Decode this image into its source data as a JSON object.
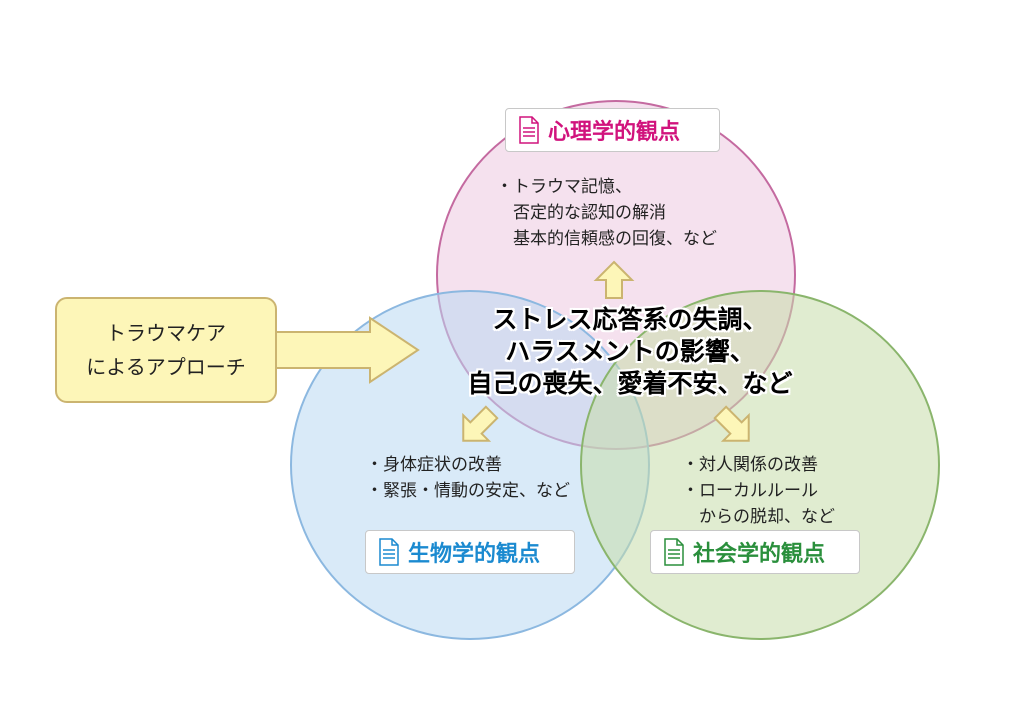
{
  "perspectives": {
    "psychological": {
      "title": "心理学的観点",
      "items": [
        "・トラウマ記憶、",
        "　否定的な認知の解消",
        "　基本的信頼感の回復、など"
      ]
    },
    "biological": {
      "title": "生物学的観点",
      "items": [
        "・身体症状の改善",
        "・緊張・情動の安定、など"
      ]
    },
    "social": {
      "title": "社会学的観点",
      "items": [
        "・対人関係の改善",
        "・ローカルルール",
        "　からの脱却、など"
      ]
    }
  },
  "center": {
    "lines": [
      "ストレス応答系の失調、",
      "ハラスメントの影響、",
      "自己の喪失、愛着不安、など"
    ]
  },
  "approach": {
    "lines": [
      "トラウマケア",
      "によるアプローチ"
    ]
  },
  "colors": {
    "psychological": "#d1137d",
    "biological": "#1b8ad0",
    "social": "#2a8f3c",
    "arrow_fill": "#fdf6b8",
    "arrow_stroke": "#cbb470"
  },
  "icons": {
    "title_icon": "document-icon"
  }
}
